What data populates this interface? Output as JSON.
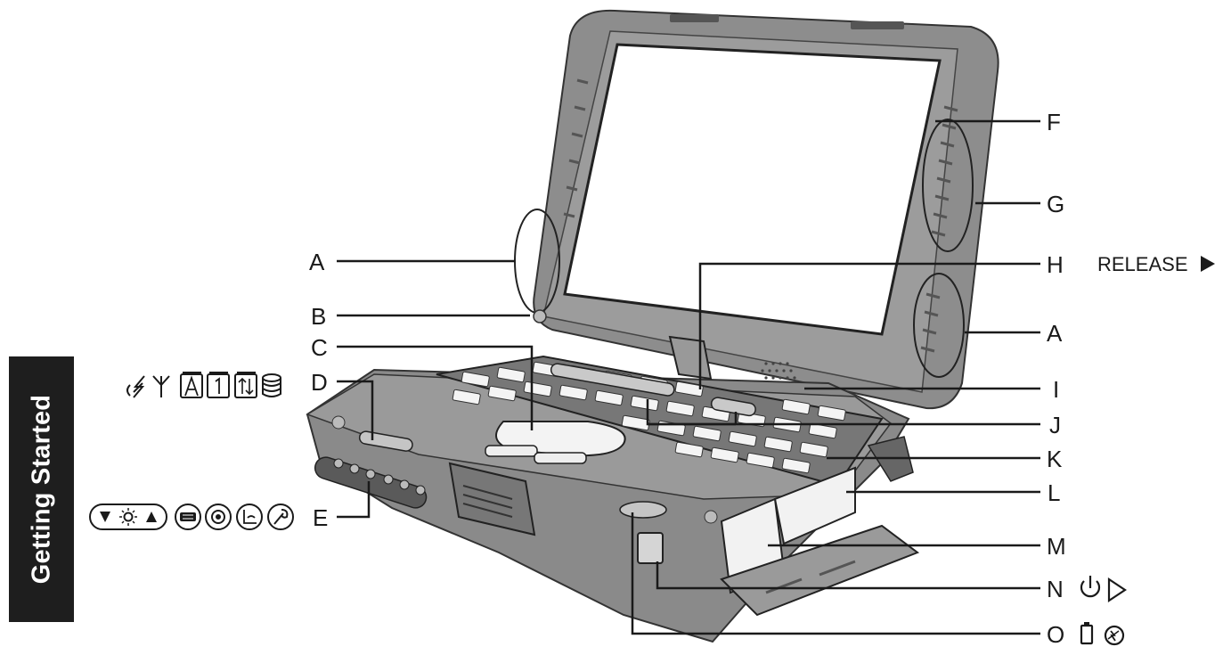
{
  "section_tab": {
    "label": "Getting Started"
  },
  "callouts": {
    "A_left": "A",
    "B": "B",
    "C": "C",
    "D": "D",
    "E": "E",
    "F": "F",
    "G": "G",
    "H": "H",
    "A_right": "A",
    "I": "I",
    "J": "J",
    "K": "K",
    "L": "L",
    "M": "M",
    "N": "N",
    "O": "O"
  },
  "notes": {
    "release": "RELEASE"
  },
  "icons": {
    "D_row": [
      "power-plug-icon",
      "antenna-icon",
      "caps-lock-icon",
      "num-lock-icon",
      "scroll-lock-icon",
      "disk-drive-icon"
    ],
    "E_row": [
      "brightness-control-icon",
      "keyboard-button-icon",
      "rotation-button-icon",
      "application-button-icon",
      "security-button-icon"
    ],
    "N_row": [
      "power-icon",
      "play-triangle-icon"
    ],
    "O_row": [
      "battery-icon",
      "battery-status-icon"
    ]
  },
  "colors": {
    "ink": "#1a1a1a",
    "tab_bg": "#1e1e1e",
    "body_gray": "#8c8c8c",
    "screen": "#ffffff"
  }
}
